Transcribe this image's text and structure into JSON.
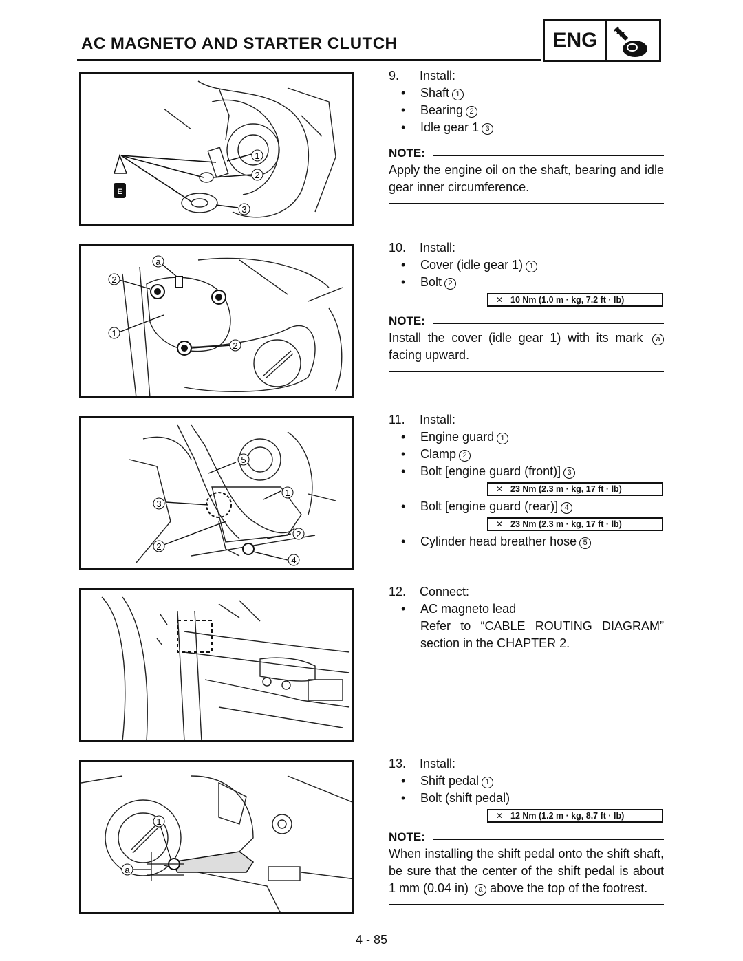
{
  "header": {
    "title": "AC MAGNETO AND STARTER CLUTCH",
    "badge": "ENG",
    "icon": "engine-icon"
  },
  "figures": [
    {
      "callouts": [
        "1",
        "2",
        "3"
      ],
      "oil_mark": "E"
    },
    {
      "callouts": [
        "a",
        "2",
        "1",
        "2"
      ]
    },
    {
      "callouts": [
        "5",
        "1",
        "3",
        "2",
        "2",
        "4"
      ]
    },
    {
      "callouts": []
    },
    {
      "callouts": [
        "1",
        "a"
      ]
    }
  ],
  "steps": [
    {
      "number": "9.",
      "action": "Install:",
      "items": [
        {
          "text": "Shaft",
          "ref": "1"
        },
        {
          "text": "Bearing",
          "ref": "2"
        },
        {
          "text": "Idle gear 1",
          "ref": "3"
        }
      ],
      "note_label": "NOTE:",
      "note": "Apply the engine oil on the shaft, bearing and idle gear inner circumference."
    },
    {
      "number": "10.",
      "action": "Install:",
      "items": [
        {
          "text": "Cover (idle gear 1)",
          "ref": "1"
        },
        {
          "text": "Bolt",
          "ref": "2"
        }
      ],
      "torque": "10 Nm (1.0 m · kg, 7.2 ft · lb)",
      "note_label": "NOTE:",
      "note_before": "Install the cover (idle gear 1) with its mark",
      "note_ref": "a",
      "note_after": "facing upward."
    },
    {
      "number": "11.",
      "action": "Install:",
      "items": [
        {
          "text": "Engine guard",
          "ref": "1"
        },
        {
          "text": "Clamp",
          "ref": "2"
        },
        {
          "text": "Bolt [engine guard (front)]",
          "ref": "3",
          "torque": "23 Nm (2.3 m · kg, 17 ft · lb)"
        },
        {
          "text": "Bolt [engine guard (rear)]",
          "ref": "4",
          "torque": "23 Nm (2.3 m · kg, 17 ft · lb)"
        },
        {
          "text": "Cylinder head breather hose",
          "ref": "5"
        }
      ]
    },
    {
      "number": "12.",
      "action": "Connect:",
      "items": [
        {
          "text": "AC magneto lead"
        }
      ],
      "refer": "Refer to “CABLE ROUTING DIAGRAM” section in the CHAPTER 2."
    },
    {
      "number": "13.",
      "action": "Install:",
      "items": [
        {
          "text": "Shift pedal",
          "ref": "1"
        },
        {
          "text": "Bolt (shift pedal)"
        }
      ],
      "torque": "12 Nm (1.2 m · kg, 8.7 ft · lb)",
      "note_label": "NOTE:",
      "note_before": "When installing the shift pedal onto the shift shaft, be sure that the center of the shift pedal is about 1 mm (0.04 in)",
      "note_ref": "a",
      "note_after": "above the top of the footrest."
    }
  ],
  "page_number": "4 - 85"
}
